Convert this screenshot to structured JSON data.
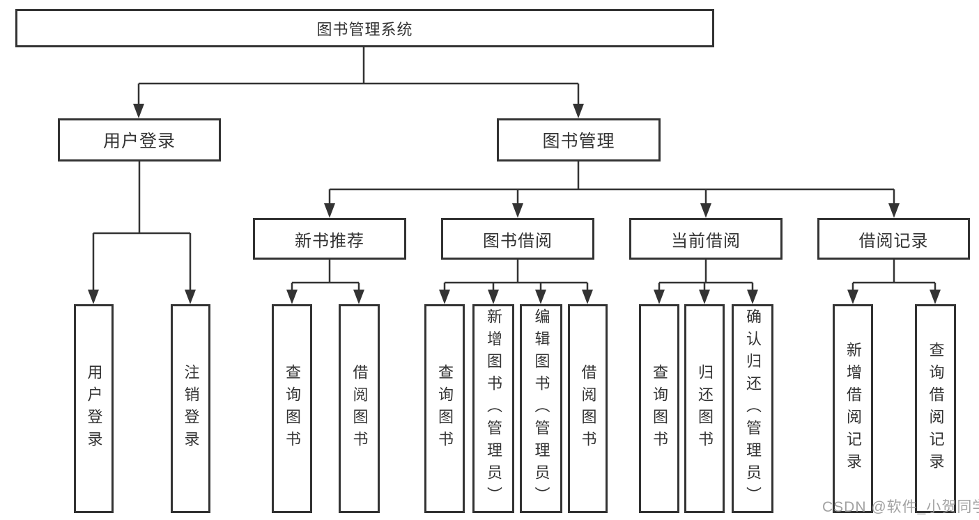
{
  "diagram": {
    "root": {
      "label": "图书管理系统"
    },
    "branches": [
      {
        "label": "用户登录",
        "children": [
          {
            "label": "用户登录"
          },
          {
            "label": "注销登录"
          }
        ]
      },
      {
        "label": "图书管理",
        "groups": [
          {
            "label": "新书推荐",
            "children": [
              {
                "label": "查询图书"
              },
              {
                "label": "借阅图书"
              }
            ]
          },
          {
            "label": "图书借阅",
            "children": [
              {
                "label": "查询图书"
              },
              {
                "label": "新增图书（管理员）"
              },
              {
                "label": "编辑图书（管理员）"
              },
              {
                "label": "借阅图书"
              }
            ]
          },
          {
            "label": "当前借阅",
            "children": [
              {
                "label": "查询图书"
              },
              {
                "label": "归还图书"
              },
              {
                "label": "确认归还（管理员）"
              }
            ]
          },
          {
            "label": "借阅记录",
            "children": [
              {
                "label": "新增借阅记录"
              },
              {
                "label": "查询借阅记录"
              }
            ]
          }
        ]
      }
    ]
  },
  "watermark": {
    "text": "CSDN @软件_小贺同学"
  },
  "colors": {
    "line": "#333333",
    "box_border": "#333333",
    "text": "#333333",
    "watermark": "#9a9a9a",
    "background": "#ffffff"
  }
}
